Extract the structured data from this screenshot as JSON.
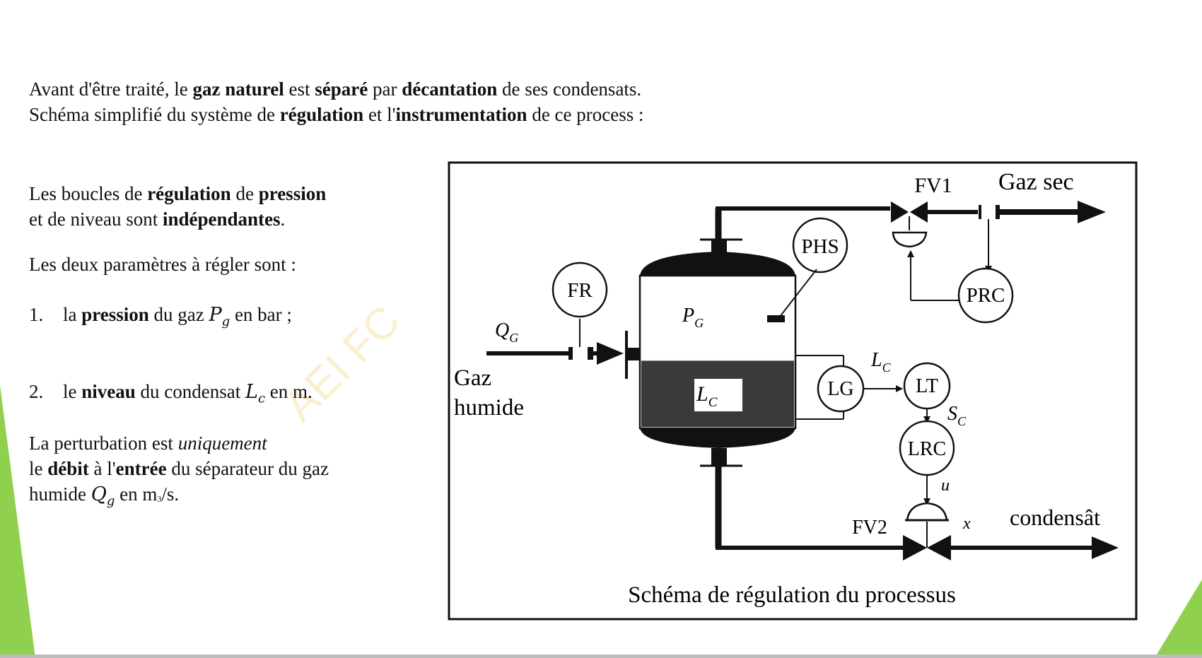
{
  "intro": {
    "line1": [
      "Avant d'être traité, le ",
      "gaz naturel",
      " est ",
      "séparé",
      " par ",
      "décantation",
      " de ses condensats."
    ],
    "line2": [
      "Schéma simplifié du système de ",
      "régulation",
      " et l'",
      "instrumentation",
      " de ce process :"
    ]
  },
  "left": {
    "p1": [
      "Les boucles de ",
      "régulation",
      " de ",
      "pression",
      "et de niveau sont ",
      "indépendantes",
      "."
    ],
    "p2": "Les deux paramètres à régler sont :",
    "item1": {
      "num": "1.",
      "a": "la ",
      "b": "pression",
      "c": " du gaz ",
      "var": "P",
      "sub": "g",
      "d": " en bar ;"
    },
    "item2": {
      "num": "2.",
      "a": "le ",
      "b": "niveau",
      "c": " du condensat ",
      "var": "L",
      "sub": "c",
      "d": " en m."
    },
    "p3": {
      "a": "La perturbation est ",
      "b": "uniquement",
      "c": "le ",
      "d": "débit",
      "e": " à l'",
      "f": "entrée",
      "g": " du séparateur du gaz",
      "h": "humide ",
      "var": "Q",
      "sub": "g",
      "i": " en m",
      "sup": "3",
      "j": "/s."
    }
  },
  "watermark": "AEI   FC",
  "diagram": {
    "caption": "Schéma de régulation du processus",
    "gas_out": "Gaz sec",
    "condensate_out": "condensât",
    "gas_in": [
      "Gaz",
      "humide"
    ],
    "flow_in": {
      "var": "Q",
      "sub": "G"
    },
    "pressure": {
      "var": "P",
      "sub": "G"
    },
    "level": {
      "var": "L",
      "sub": "C"
    },
    "level_signal": {
      "var": "L",
      "sub": "C"
    },
    "sensor_signal": {
      "var": "S",
      "sub": "C"
    },
    "control_u": "u",
    "valve_x": "x",
    "instruments": {
      "fr": "FR",
      "phs": "PHS",
      "prc": "PRC",
      "lg": "LG",
      "lt": "LT",
      "lrc": "LRC"
    },
    "valves": {
      "fv1": "FV1",
      "fv2": "FV2"
    }
  },
  "colors": {
    "green": "#8fd14f",
    "vessel_liquid": "#3a3a3a",
    "watermark": "#f6e5a8"
  }
}
